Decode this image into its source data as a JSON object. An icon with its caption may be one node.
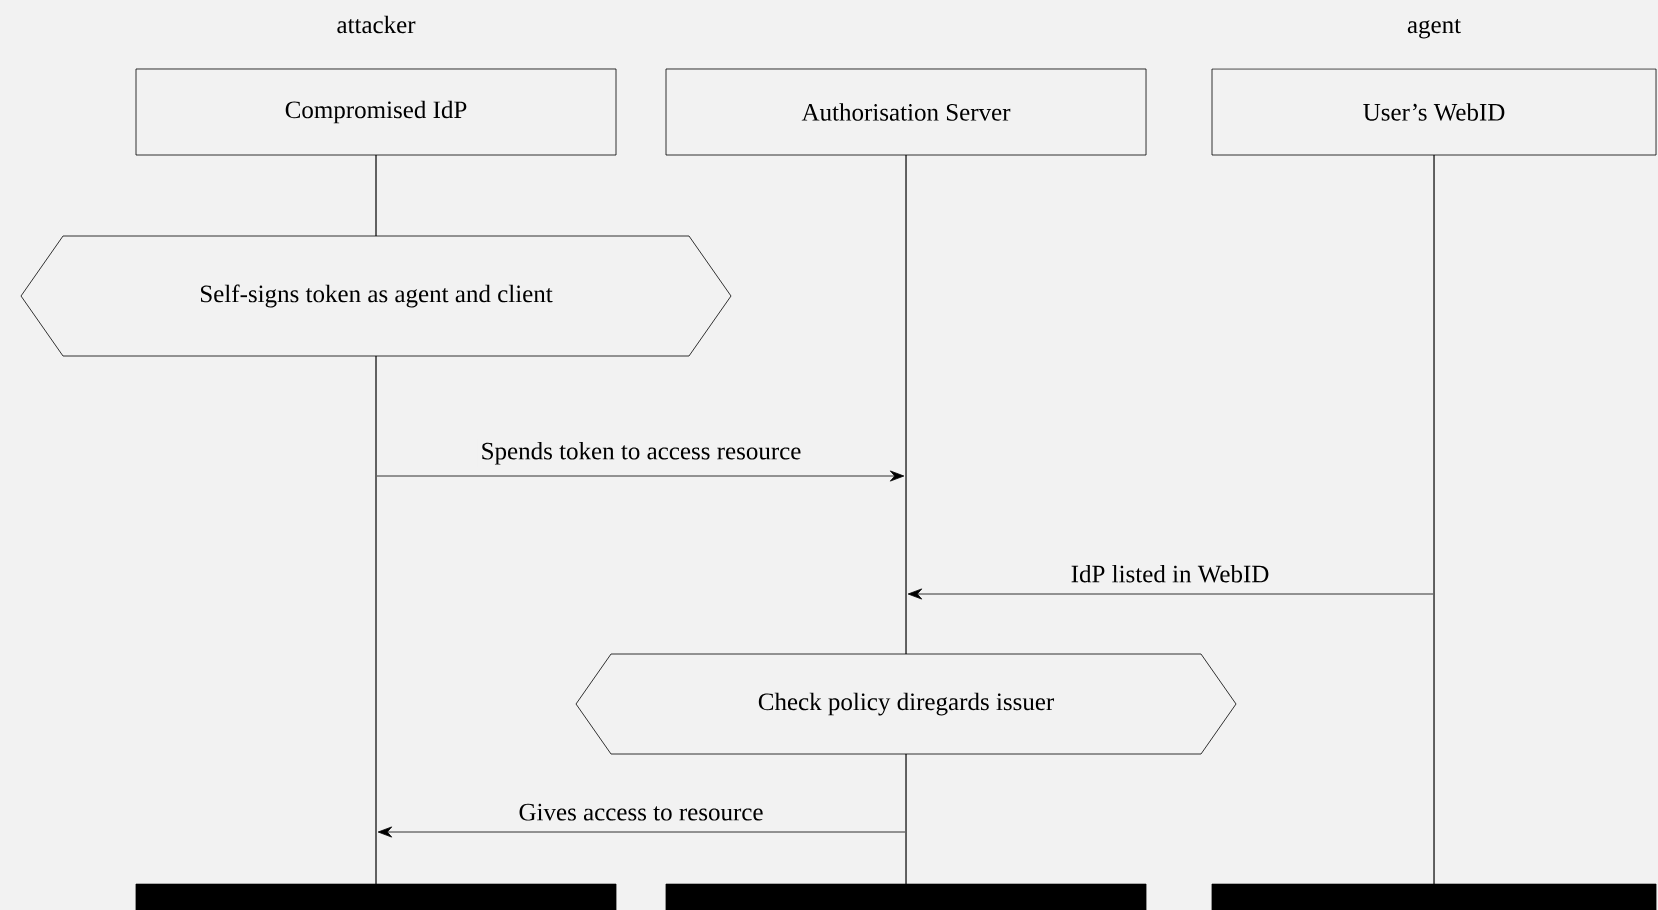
{
  "diagram": {
    "nodes": [
      {
        "text": [
          "Compromised IdP"
        ],
        "beside": [
          "attacker"
        ]
      },
      {
        "text": [
          "Authorisation Server"
        ]
      },
      {
        "text": [
          "User’s WebID"
        ],
        "beside": [
          "agent"
        ]
      },
      {
        "text": [
          "Self-signs token as agent and client"
        ]
      },
      {
        "text": [
          "Check policy diregards issuer"
        ]
      },
      {
        "text": [],
        "shape": "line"
      },
      {
        "text": [],
        "shape": "line"
      },
      {
        "text": [],
        "shape": "line"
      },
      {
        "text": [],
        "shape": "line"
      },
      {
        "text": [],
        "shape": "line"
      },
      {
        "text": [],
        "shape": "bar"
      },
      {
        "text": [],
        "shape": "bar"
      },
      {
        "text": [],
        "shape": "bar"
      }
    ],
    "edges": [
      {
        "from": 6,
        "to": 7,
        "arrow": "to",
        "label": "Spends token to access resource"
      },
      {
        "from": 9,
        "to": 7,
        "arrow": "to",
        "label": "IdP listed in WebID"
      },
      {
        "from": 8,
        "to": 6,
        "arrow": "to",
        "label": "Gives access to resource"
      }
    ]
  }
}
